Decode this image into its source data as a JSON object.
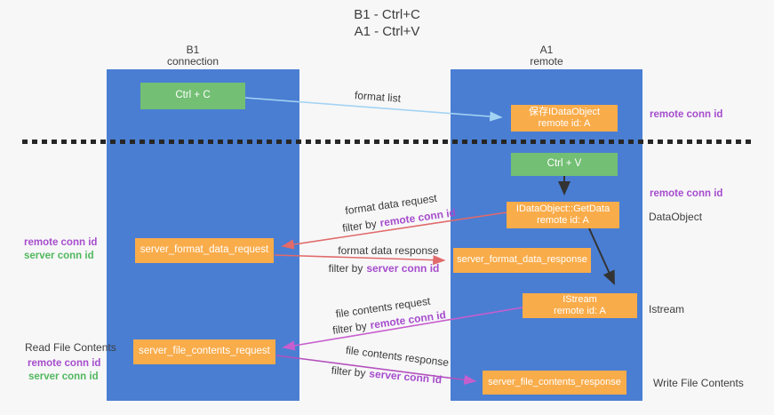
{
  "title": {
    "line1": "B1 - Ctrl+C",
    "line2": "A1 - Ctrl+V"
  },
  "lanes": {
    "left": {
      "name": "B1",
      "role": "connection"
    },
    "right": {
      "name": "A1",
      "role": "remote"
    }
  },
  "nodes": {
    "ctrl_c": {
      "label": "Ctrl + C"
    },
    "ctrl_v": {
      "label": "Ctrl + V"
    },
    "save_idataobject": {
      "line1": "保存IDataObject",
      "line2": "remote id: A"
    },
    "idataobject_getdata": {
      "line1": "IDataObject::GetData",
      "line2": "remote id: A"
    },
    "istream": {
      "line1": "IStream",
      "line2": "remote id: A"
    },
    "server_format_data_request": {
      "label": "server_format_data_request"
    },
    "server_format_data_response": {
      "label": "server_format_data_response"
    },
    "server_file_contents_request": {
      "label": "server_file_contents_request"
    },
    "server_file_contents_response": {
      "label": "server_file_contents_response"
    }
  },
  "edges": {
    "format_list": {
      "label": "format list"
    },
    "format_data_request": {
      "label": "format data request",
      "filter_prefix": "filter by",
      "filter_key": "remote conn id"
    },
    "format_data_response": {
      "label": "format data response",
      "filter_prefix": "filter by",
      "filter_key": "server conn id"
    },
    "file_contents_request": {
      "label": "file contents request",
      "filter_prefix": "filter by",
      "filter_key": "remote conn id"
    },
    "file_contents_response": {
      "label": "file contents response",
      "filter_prefix": "filter by",
      "filter_key": "server conn id"
    }
  },
  "annotations": {
    "right_top_remote_conn_id": "remote conn id",
    "right_mid_remote_conn_id": "remote conn id",
    "dataobject": "DataObject",
    "istream": "Istream",
    "write_file_contents": "Write File Contents",
    "left_format_remote_conn_id": "remote conn id",
    "left_format_server_conn_id": "server conn id",
    "read_file_contents": "Read File Contents",
    "left_file_remote_conn_id": "remote conn id",
    "left_file_server_conn_id": "server conn id"
  },
  "colors": {
    "lane_blue": "#4A7ED3",
    "node_orange": "#F9AC4A",
    "node_green": "#73BF74",
    "arrow_lightblue": "#A3D3F2",
    "arrow_red": "#E16A6A",
    "arrow_magenta": "#C75ECE",
    "arrow_black": "#333333",
    "text_purple": "#A64DCC",
    "text_green": "#52B85E",
    "background": "#F7F7F8"
  }
}
